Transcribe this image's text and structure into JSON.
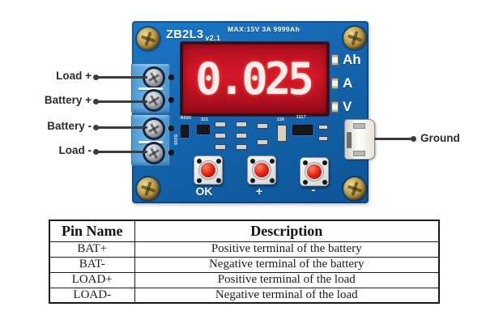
{
  "board": {
    "title": "ZB2L3",
    "version": "v2.1",
    "max_rating": "MAX:15V 3A 9999Ah",
    "display_value": "0.025",
    "indicators": [
      {
        "label": "Ah"
      },
      {
        "label": "A"
      },
      {
        "label": "V"
      }
    ],
    "buttons": [
      {
        "label": "OK"
      },
      {
        "label": "+"
      },
      {
        "label": "-"
      }
    ],
    "component_codes": [
      "R020",
      "B205",
      "321",
      "226",
      "1117"
    ]
  },
  "callouts": {
    "left": [
      {
        "label": "Load +"
      },
      {
        "label": "Battery +"
      },
      {
        "label": "Battery -"
      },
      {
        "label": "Load -"
      }
    ],
    "right": [
      {
        "label": "Ground"
      }
    ]
  },
  "pin_table": {
    "headers": [
      "Pin Name",
      "Description"
    ],
    "rows": [
      {
        "pin": "BAT+",
        "description": "Positive terminal of the battery"
      },
      {
        "pin": "BAT-",
        "description": "Negative terminal of the battery"
      },
      {
        "pin": "LOAD+",
        "description": "Positive terminal of the load"
      },
      {
        "pin": "LOAD-",
        "description": "Negative terminal of the load"
      }
    ]
  },
  "colors": {
    "pcb_blue": "#1465ae",
    "terminal_blue": "#6cb4e8",
    "display_red": "#c01222",
    "digit_color": "#ffecec",
    "button_red": "#e32716",
    "screw_gold": "#b79440",
    "callout_line": "#3c3c3c"
  }
}
